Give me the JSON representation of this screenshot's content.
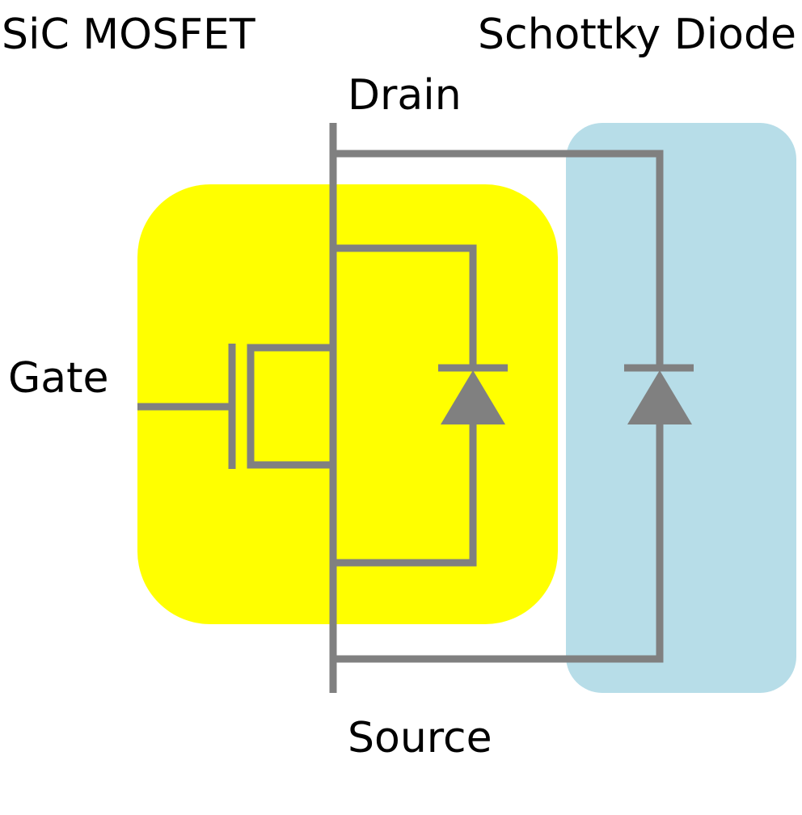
{
  "labels": {
    "mosfet": "SiC MOSFET",
    "diode": "Schottky Diode",
    "gate": "Gate",
    "drain": "Drain",
    "source": "Source"
  },
  "colors": {
    "mosfet_region": "#ffff00",
    "diode_region": "#b7dde8",
    "wire": "#808080"
  }
}
